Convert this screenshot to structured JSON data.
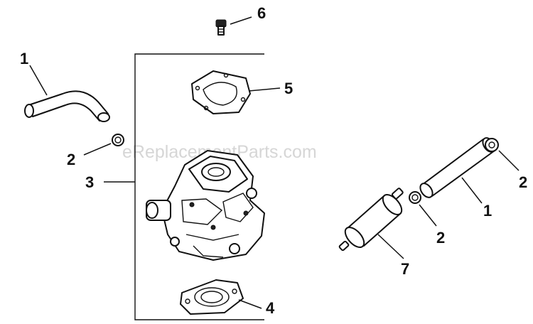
{
  "watermark": "eReplacementParts.com",
  "callouts": {
    "hose_top": "1",
    "clamp_left": "2",
    "carburetor_assembly": "3",
    "gasket_lower": "4",
    "gasket_upper": "5",
    "screw": "6",
    "fuel_filter": "7",
    "hose_right": "1",
    "clamp_right_upper": "2",
    "clamp_right_lower": "2"
  }
}
